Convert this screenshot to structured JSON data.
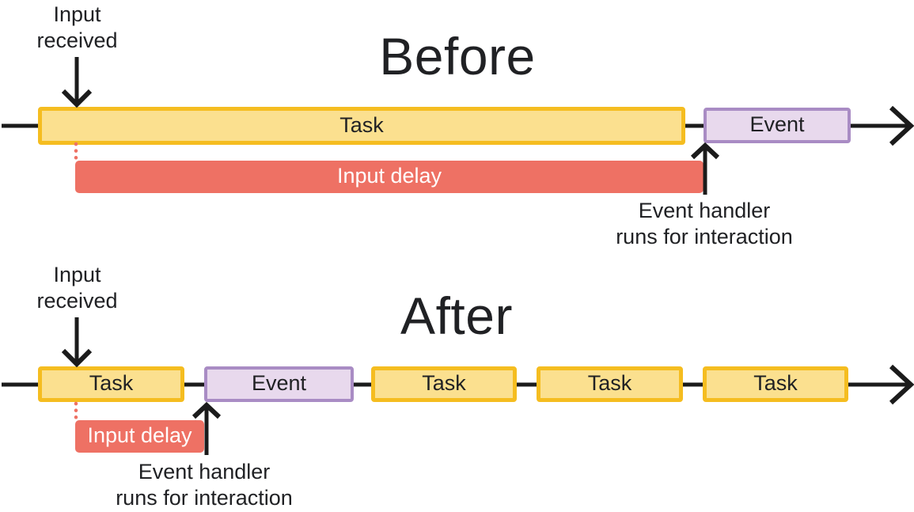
{
  "diagram": {
    "before": {
      "title": "Before",
      "input_received_label": "Input\nreceived",
      "task_label": "Task",
      "event_label": "Event",
      "input_delay_label": "Input delay",
      "event_handler_label": "Event handler\nruns for interaction"
    },
    "after": {
      "title": "After",
      "input_received_label": "Input\nreceived",
      "boxes": [
        {
          "type": "task",
          "label": "Task"
        },
        {
          "type": "event",
          "label": "Event"
        },
        {
          "type": "task",
          "label": "Task"
        },
        {
          "type": "task",
          "label": "Task"
        },
        {
          "type": "task",
          "label": "Task"
        }
      ],
      "input_delay_label": "Input delay",
      "event_handler_label": "Event handler\nruns for interaction"
    },
    "colors": {
      "task_fill": "#FBE08F",
      "task_border": "#F5BD20",
      "event_fill": "#E8D9ED",
      "event_border": "#A98CC4",
      "input_delay_fill": "#EE7164",
      "line": "#1B1B1B",
      "text": "#202124"
    }
  }
}
